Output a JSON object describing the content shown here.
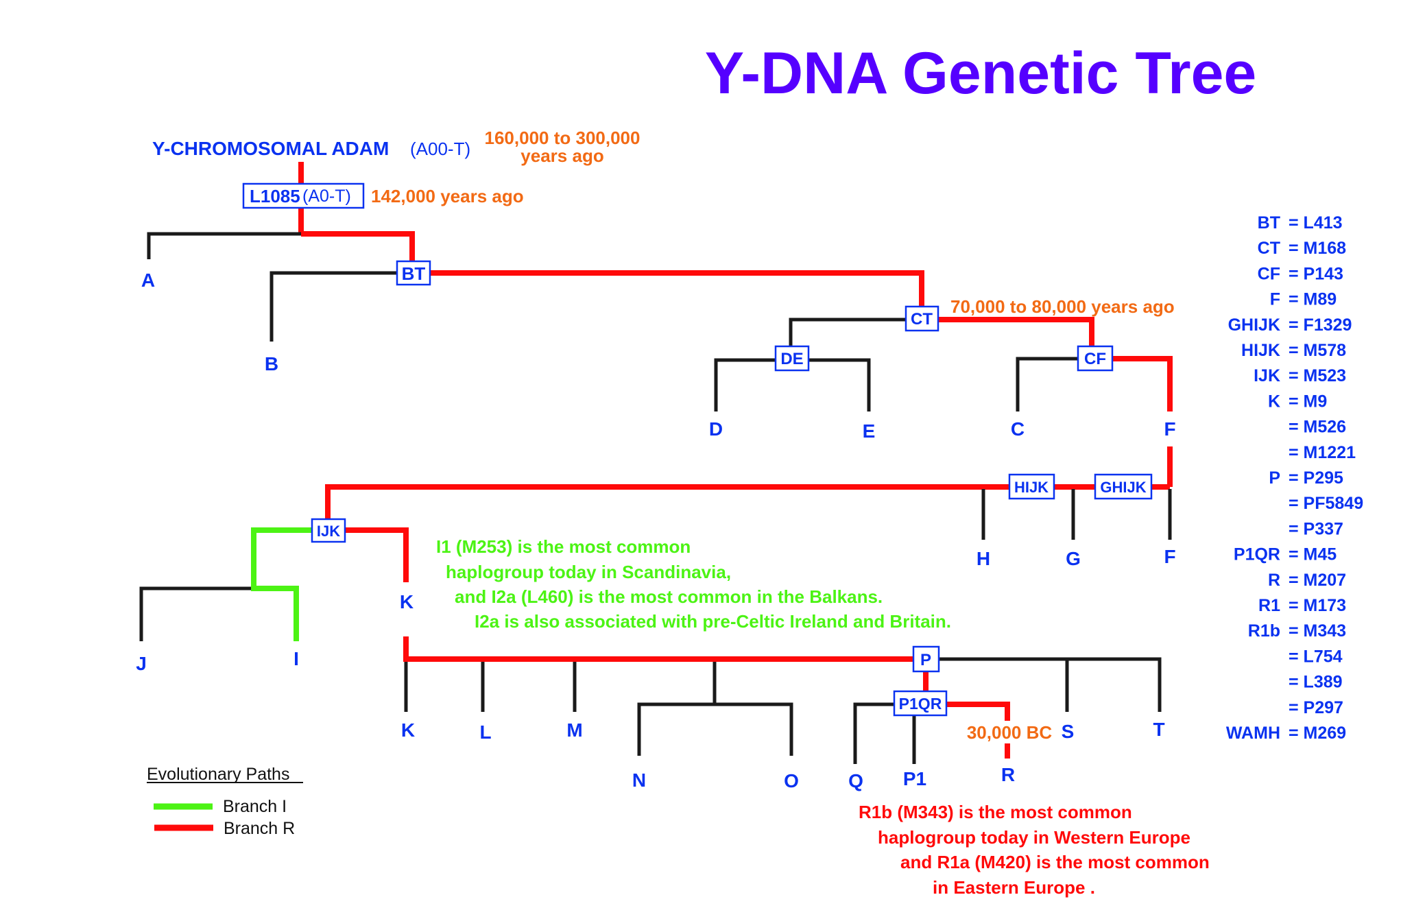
{
  "title": "Y-DNA Genetic Tree",
  "root": {
    "label": "Y-CHROMOSOMAL ADAM",
    "code": "(A00-T)",
    "date_line1": "160,000 to 300,000",
    "date_line2": "years ago"
  },
  "l1085": {
    "label": "L1085",
    "code": "(A0-T)",
    "date": "142,000 years ago"
  },
  "nodes": {
    "BT": "BT",
    "CT": "CT",
    "DE": "DE",
    "CF": "CF",
    "HIJK": "HIJK",
    "GHIJK": "GHIJK",
    "IJK": "IJK",
    "P": "P",
    "P1QR": "P1QR"
  },
  "leaves": {
    "A": "A",
    "B": "B",
    "D": "D",
    "E": "E",
    "C": "C",
    "F": "F",
    "H": "H",
    "G": "G",
    "F2": "F",
    "J": "J",
    "I": "I",
    "K": "K",
    "K2": "K",
    "L": "L",
    "M": "M",
    "N": "N",
    "O": "O",
    "Q": "Q",
    "P1": "P1",
    "R": "R",
    "S": "S",
    "T": "T"
  },
  "dates": {
    "ct": "70,000 to 80,000 years ago",
    "r": "30,000 BC"
  },
  "notes": {
    "branch_i": [
      "I1 (M253) is the most common",
      "haplogroup today in Scandinavia,",
      "and I2a (L460) is the most common in the Balkans.",
      "I2a is also associated with pre-Celtic Ireland and Britain."
    ],
    "branch_r": [
      "R1b (M343) is the most common",
      "haplogroup today in Western Europe",
      "and R1a (M420) is the most common",
      "in Eastern Europe ."
    ]
  },
  "marker_key": [
    "BT = L413",
    "CT = M168",
    "CF = P143",
    "F = M89",
    "GHIJK = F1329",
    "HIJK = M578",
    "IJK = M523",
    "K = M9",
    "= M526",
    "= M1221",
    "P = P295",
    "= PF5849",
    "= P337",
    "P1QR = M45",
    "R = M207",
    "R1 = M173",
    "R1b = M343",
    "= L754",
    "= L389",
    "= P297",
    "WAMH = M269"
  ],
  "legend": {
    "title": "Evolutionary Paths",
    "items": [
      {
        "label": "Branch I",
        "color": "#4cf314"
      },
      {
        "label": "Branch R",
        "color": "#ff0a0a"
      }
    ]
  },
  "colors": {
    "title": "#5500ff",
    "labels": "#0a32f0",
    "dates": "#f26a14",
    "branch_i": "#4cf314",
    "branch_r": "#ff0a0a",
    "other_branches": "#1a1a1a"
  }
}
